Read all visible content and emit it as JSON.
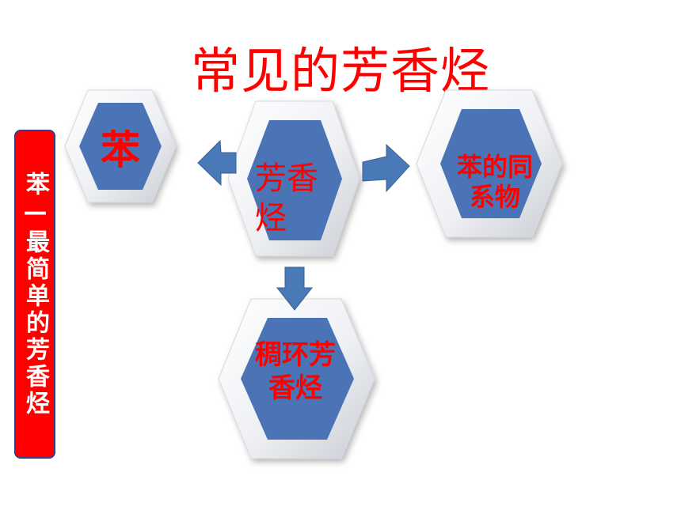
{
  "title": "常见的芳香烃",
  "side_note": "苯—最简单的芳香烃",
  "center_node": {
    "label": "芳香烃"
  },
  "nodes": [
    {
      "id": "benzene",
      "label": "苯"
    },
    {
      "id": "homolog",
      "label": "苯的同系物"
    },
    {
      "id": "fused",
      "label": "稠环芳香烃"
    }
  ],
  "colors": {
    "title": "#ff0000",
    "label": "#ff0000",
    "hex_fill": "#4a74b5",
    "arrow_fill": "#4a79b8",
    "side_bar": "#ff0000"
  }
}
